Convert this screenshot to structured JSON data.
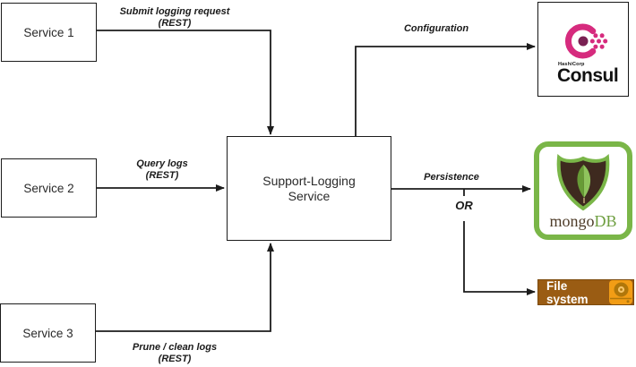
{
  "nodes": {
    "service1": {
      "label": "Service 1"
    },
    "service2": {
      "label": "Service 2"
    },
    "service3": {
      "label": "Service 3"
    },
    "support": {
      "line1": "Support-Logging",
      "line2": "Service"
    },
    "consul": {
      "vendor": "HashiCorp",
      "product": "Consul"
    },
    "mongodb": {
      "name_prefix": "mongo",
      "name_suffix": "DB"
    },
    "filesystem": {
      "label": "File system"
    }
  },
  "edges": {
    "submit": {
      "line1": "Submit logging request",
      "line2": "(REST)"
    },
    "query": {
      "line1": "Query logs",
      "line2": "(REST)"
    },
    "prune": {
      "line1": "Prune / clean logs",
      "line2": "(REST)"
    },
    "configuration": {
      "label": "Configuration"
    },
    "persistence": {
      "label": "Persistence"
    },
    "or_label": "OR"
  },
  "colors": {
    "line": "#1c1c1c",
    "consul_pink": "#d62b7e",
    "consul_center": "#7a2153",
    "mongo_green": "#7ab648",
    "mongo_shield": "#3e2a1f",
    "mongo_leaf_dark": "#679b36",
    "mongo_leaf_light": "#8fc45d",
    "mongo_text_brown": "#4d3b28",
    "mongo_text_green": "#6d9e3f",
    "fs_bg": "#9a5c13",
    "fs_border": "#7c4a0d",
    "drive_orange": "#f29d15",
    "drive_detail": "#b0770a",
    "drive_hole": "#f5c468"
  }
}
